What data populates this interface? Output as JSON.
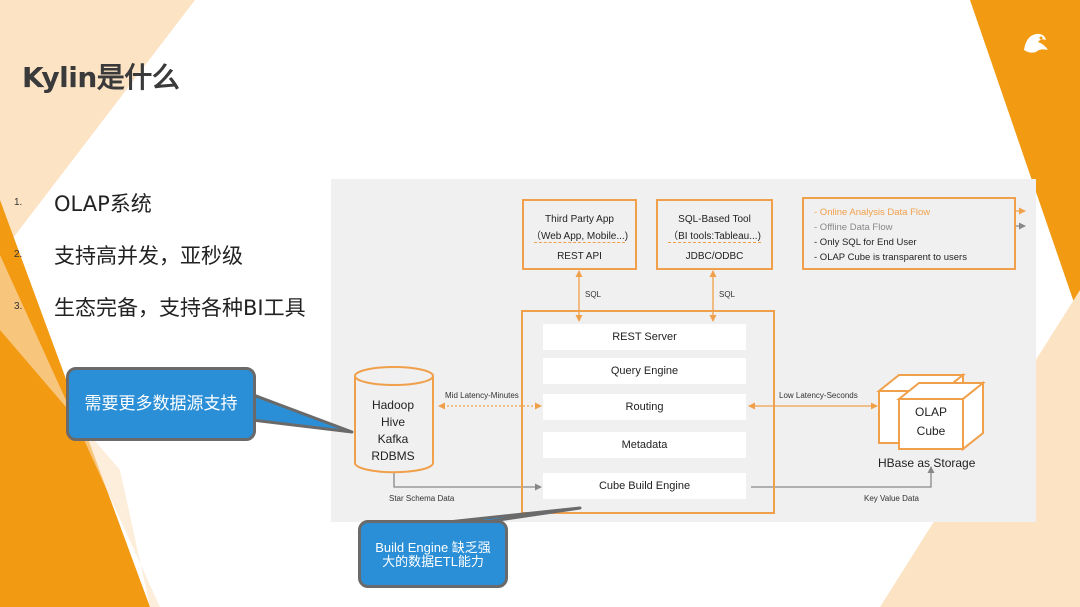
{
  "slide": {
    "title": "Kylin是什么",
    "list": [
      {
        "num": "1.",
        "text": "OLAP系统"
      },
      {
        "num": "2.",
        "text": "支持高并发，亚秒级"
      },
      {
        "num": "3.",
        "text": "生态完备，支持各种BI工具"
      }
    ],
    "callout_datasource": "需要更多数据源支持",
    "callout_build_line1": "Build Engine 缺乏强",
    "callout_build_line2": "大的数据ETL能力"
  },
  "colors": {
    "accent_orange": "#f0a04b",
    "callout_blue": "#2a8fd6",
    "online_flow": "#f0a04b",
    "offline_flow": "#888888"
  },
  "diagram": {
    "third_party": {
      "line1": "Third Party App",
      "line2": "（Web App, Mobile...)",
      "line3": "REST API"
    },
    "sql_tool": {
      "line1": "SQL-Based Tool",
      "line2": "（BI tools:Tableau...)",
      "line3": "JDBC/ODBC"
    },
    "legend": {
      "online": "- Online Analysis Data Flow",
      "offline": "- Offline Data Flow",
      "sql_only": "- Only SQL for End User",
      "transparent": "- OLAP Cube is transparent to users"
    },
    "sql_label_left": "SQL",
    "sql_label_right": "SQL",
    "engine_rows": [
      "REST Server",
      "Query Engine",
      "Routing",
      "Metadata",
      "Cube Build Engine"
    ],
    "sources": [
      "Hadoop",
      "Hive",
      "Kafka",
      "RDBMS"
    ],
    "mid_latency": "Mid Latency-Minutes",
    "low_latency": "Low Latency-Seconds",
    "star_schema": "Star Schema Data",
    "key_value": "Key Value Data",
    "cube_line1": "OLAP",
    "cube_line2": "Cube",
    "storage_label": "HBase  as Storage"
  }
}
